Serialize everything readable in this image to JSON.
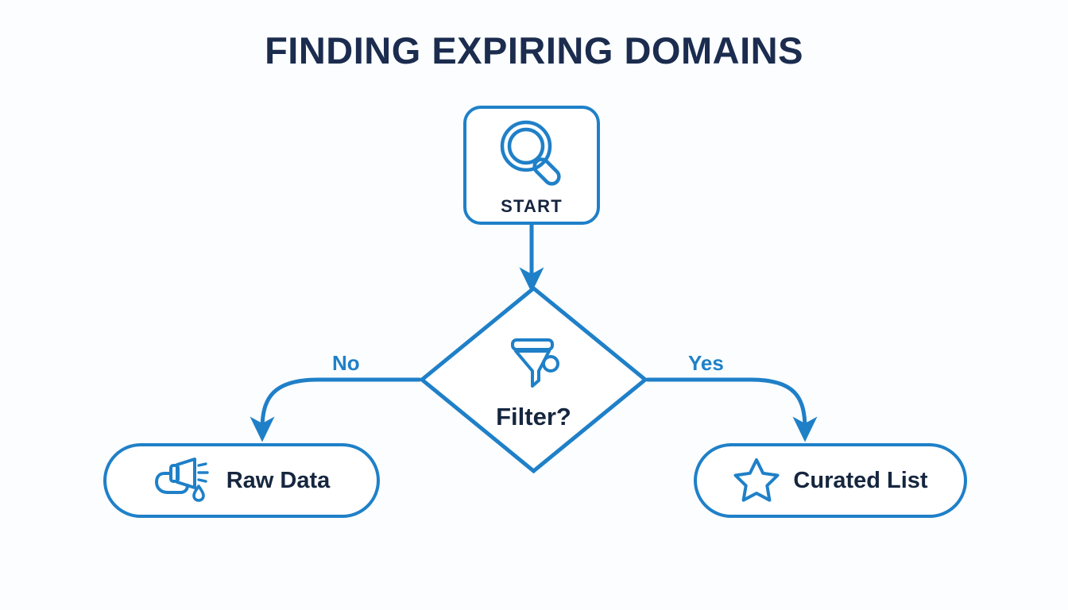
{
  "page": {
    "title": "FINDING EXPIRING DOMAINS",
    "background_color": "#fbfdfe",
    "title_color": "#1b2c4f",
    "accent_color": "#1f80c8",
    "text_color": "#16263f"
  },
  "chart_data": {
    "type": "diagram",
    "diagram_kind": "flowchart",
    "title": "FINDING EXPIRING DOMAINS",
    "nodes": [
      {
        "id": "start",
        "label": "START",
        "shape": "rounded-square",
        "icon": "magnifier-icon"
      },
      {
        "id": "filter",
        "label": "Filter?",
        "shape": "diamond",
        "icon": "funnel-icon"
      },
      {
        "id": "raw",
        "label": "Raw Data",
        "shape": "pill",
        "icon": "faucet-drip-icon"
      },
      {
        "id": "curated",
        "label": "Curated List",
        "shape": "pill",
        "icon": "star-icon"
      }
    ],
    "edges": [
      {
        "from": "start",
        "to": "filter",
        "label": "",
        "style": "straight-down"
      },
      {
        "from": "filter",
        "to": "raw",
        "label": "No",
        "style": "curve-left-down"
      },
      {
        "from": "filter",
        "to": "curated",
        "label": "Yes",
        "style": "curve-right-down"
      }
    ]
  },
  "nodes": {
    "start": {
      "label": "START",
      "icon": "magnifier-icon"
    },
    "filter": {
      "label": "Filter?",
      "icon": "funnel-icon"
    },
    "raw": {
      "label": "Raw Data",
      "icon": "faucet-drip-icon"
    },
    "curated": {
      "label": "Curated List",
      "icon": "star-icon"
    }
  },
  "edges": {
    "no_label": "No",
    "yes_label": "Yes"
  }
}
